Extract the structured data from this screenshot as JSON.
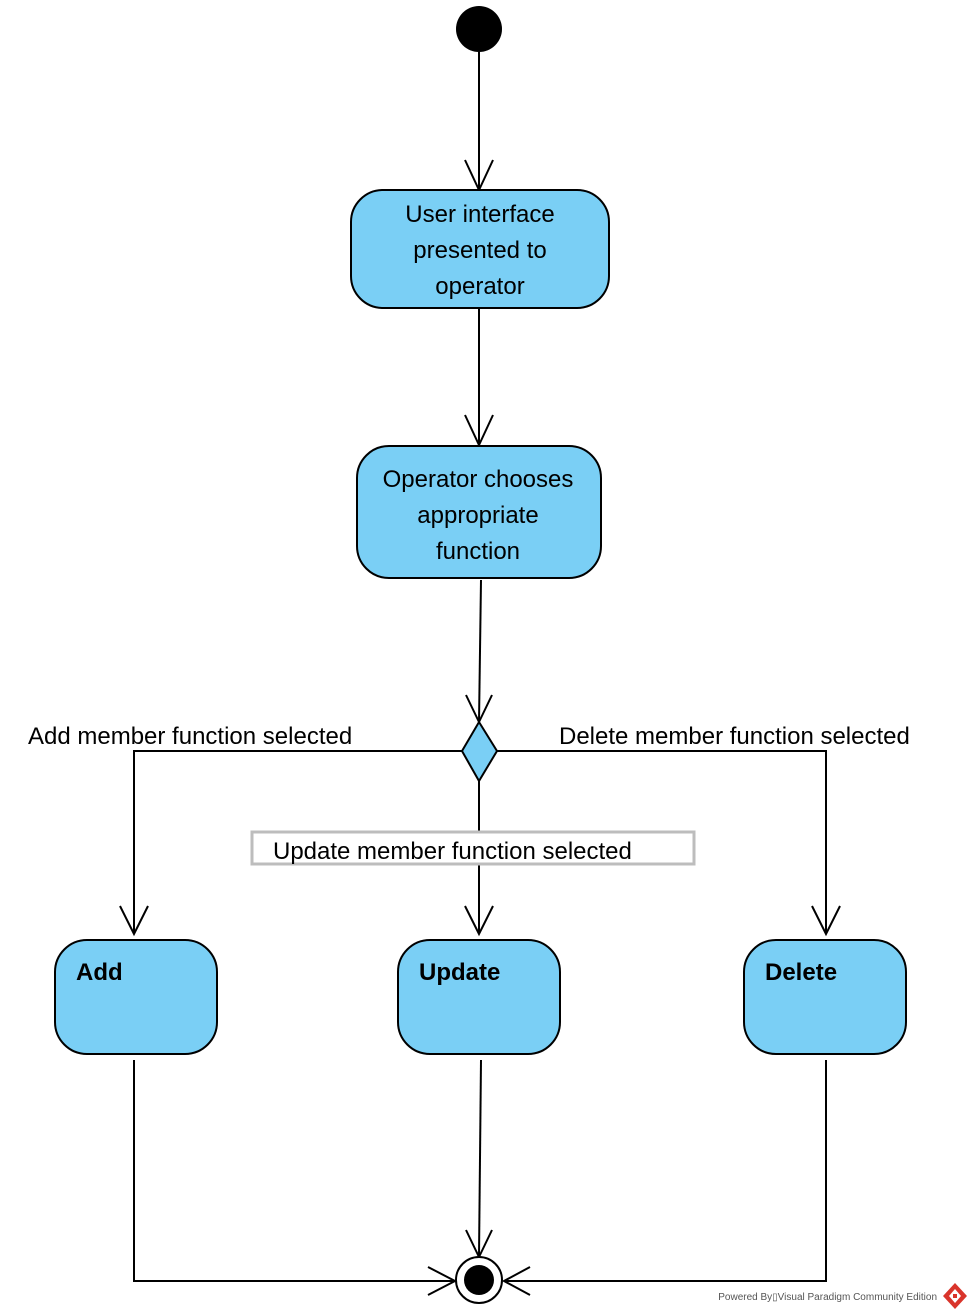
{
  "diagram": {
    "nodes": {
      "ui_presented": {
        "lines": [
          "User interface",
          "presented to",
          "operator"
        ]
      },
      "operator_chooses": {
        "lines": [
          "Operator chooses",
          "appropriate",
          "function"
        ]
      },
      "add": {
        "title": "Add"
      },
      "update": {
        "title": "Update"
      },
      "delete": {
        "title": "Delete"
      }
    },
    "edge_labels": {
      "add": "Add member function selected",
      "update": "Update member function selected",
      "delete": "Delete member function selected"
    },
    "colors": {
      "action_fill": "#7ACFF5",
      "stroke": "#000000"
    }
  },
  "footer": {
    "powered_by": "Powered By▯Visual Paradigm Community Edition"
  }
}
